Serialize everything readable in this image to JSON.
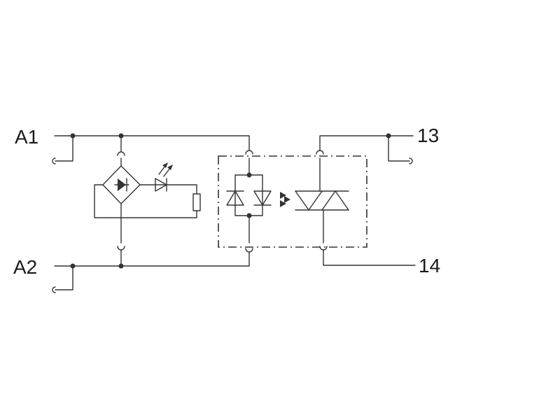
{
  "terminals": {
    "a1": "A1",
    "a2": "A2",
    "t13": "13",
    "t14": "14"
  },
  "colors": {
    "line": "#333333",
    "text": "#1a1a1a",
    "background": "#ffffff"
  }
}
